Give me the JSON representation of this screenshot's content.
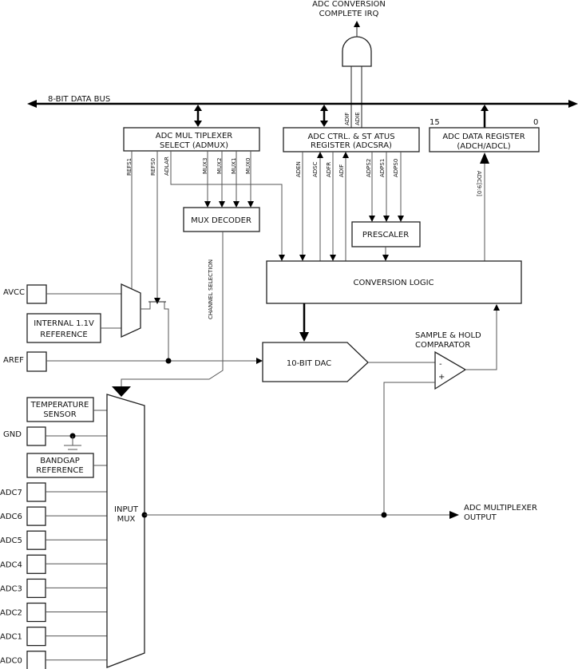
{
  "title": "ADC Block Schematic",
  "irq": {
    "line1": "ADC CONVERSION",
    "line2": "COMPLETE IRQ"
  },
  "data_bus": {
    "label": "8-BIT DATA BUS"
  },
  "admux": {
    "line1": "ADC MUL TIPLEXER",
    "line2": "SELECT (ADMUX)",
    "bits": [
      "REFS1",
      "REFS0",
      "ADLAR",
      "MUX3",
      "MUX2",
      "MUX1",
      "MUX0"
    ]
  },
  "adcsra": {
    "line1": "ADC CTRL. & ST ATUS",
    "line2": "REGISTER (ADCSRA)",
    "bits": [
      "ADEN",
      "ADSC",
      "ADFR",
      "ADIF",
      "ADPS2",
      "ADPS1",
      "ADPS0"
    ],
    "top_bits": [
      "ADIF",
      "ADIE"
    ]
  },
  "data_register": {
    "line1": "ADC DATA REGISTER",
    "line2": "(ADCH/ADCL)",
    "msb": "15",
    "lsb": "0",
    "input_label": "ADC[9:0]"
  },
  "mux_decoder": {
    "label": "MUX DECODER"
  },
  "prescaler": {
    "label": "PRESCALER"
  },
  "conversion_logic": {
    "label": "CONVERSION LOGIC"
  },
  "channel_selection": {
    "label": "CHANNEL SELECTION"
  },
  "dac": {
    "label": "10-BIT DAC"
  },
  "comparator": {
    "line1": "SAMPLE & HOLD",
    "line2": "COMPARATOR",
    "minus": "-",
    "plus": "+"
  },
  "references": {
    "avcc": "AVCC",
    "internal_ref": {
      "line1": "INTERNAL 1.1V",
      "line2": "REFERENCE"
    },
    "aref": "AREF"
  },
  "inputs": {
    "temp_sensor": {
      "line1": "TEMPERATURE",
      "line2": "SENSOR"
    },
    "gnd": "GND",
    "bandgap": {
      "line1": "BANDGAP",
      "line2": "REFERENCE"
    },
    "adc_pins": [
      "ADC7",
      "ADC6",
      "ADC5",
      "ADC4",
      "ADC3",
      "ADC2",
      "ADC1",
      "ADC0"
    ]
  },
  "input_mux": {
    "line1": "INPUT",
    "line2": "MUX"
  },
  "mux_output": {
    "line1": "ADC MULTIPLEXER",
    "line2": "OUTPUT"
  }
}
